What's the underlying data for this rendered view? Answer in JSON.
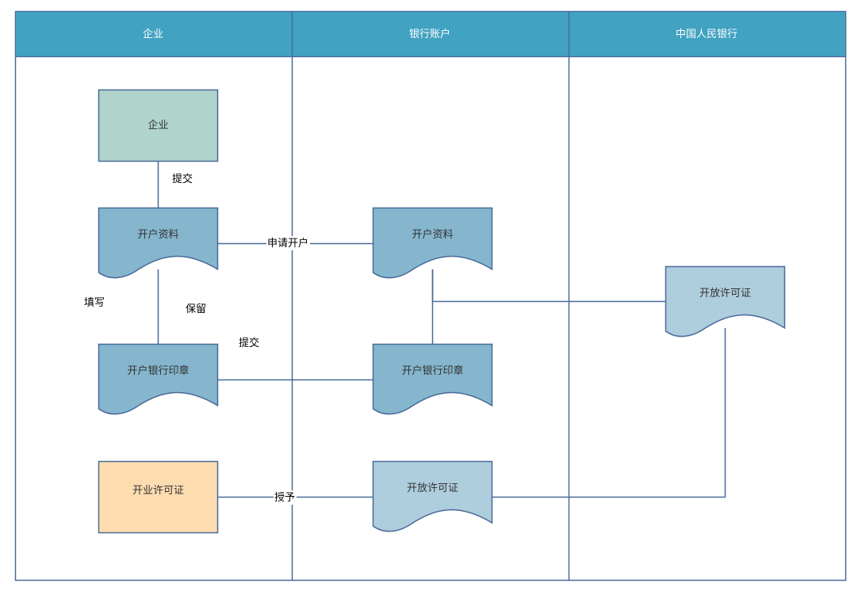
{
  "lanes": [
    {
      "title": "企业"
    },
    {
      "title": "银行账户"
    },
    {
      "title": "中国人民银行"
    }
  ],
  "nodes": {
    "enterprise": "企业",
    "materials_left": "开户资料",
    "seal_left": "开户银行印章",
    "license_left": "开业许可证",
    "materials_mid": "开户资料",
    "seal_mid": "开户银行印章",
    "license_mid": "开放许可证",
    "license_right": "开放许可证"
  },
  "edge_labels": {
    "submit_top": "提交",
    "apply_open": "申请开户",
    "fill_in": "填写",
    "retain": "保留",
    "submit_mid": "提交",
    "grant": "授予"
  },
  "colors": {
    "header": "#41a2c2",
    "border": "#4a6a99",
    "enterprise_fill": "#b0d4cb",
    "doc_fill": "#85b6cd",
    "license_fill": "#fddcb0",
    "license_doc_fill": "#aecddd"
  }
}
